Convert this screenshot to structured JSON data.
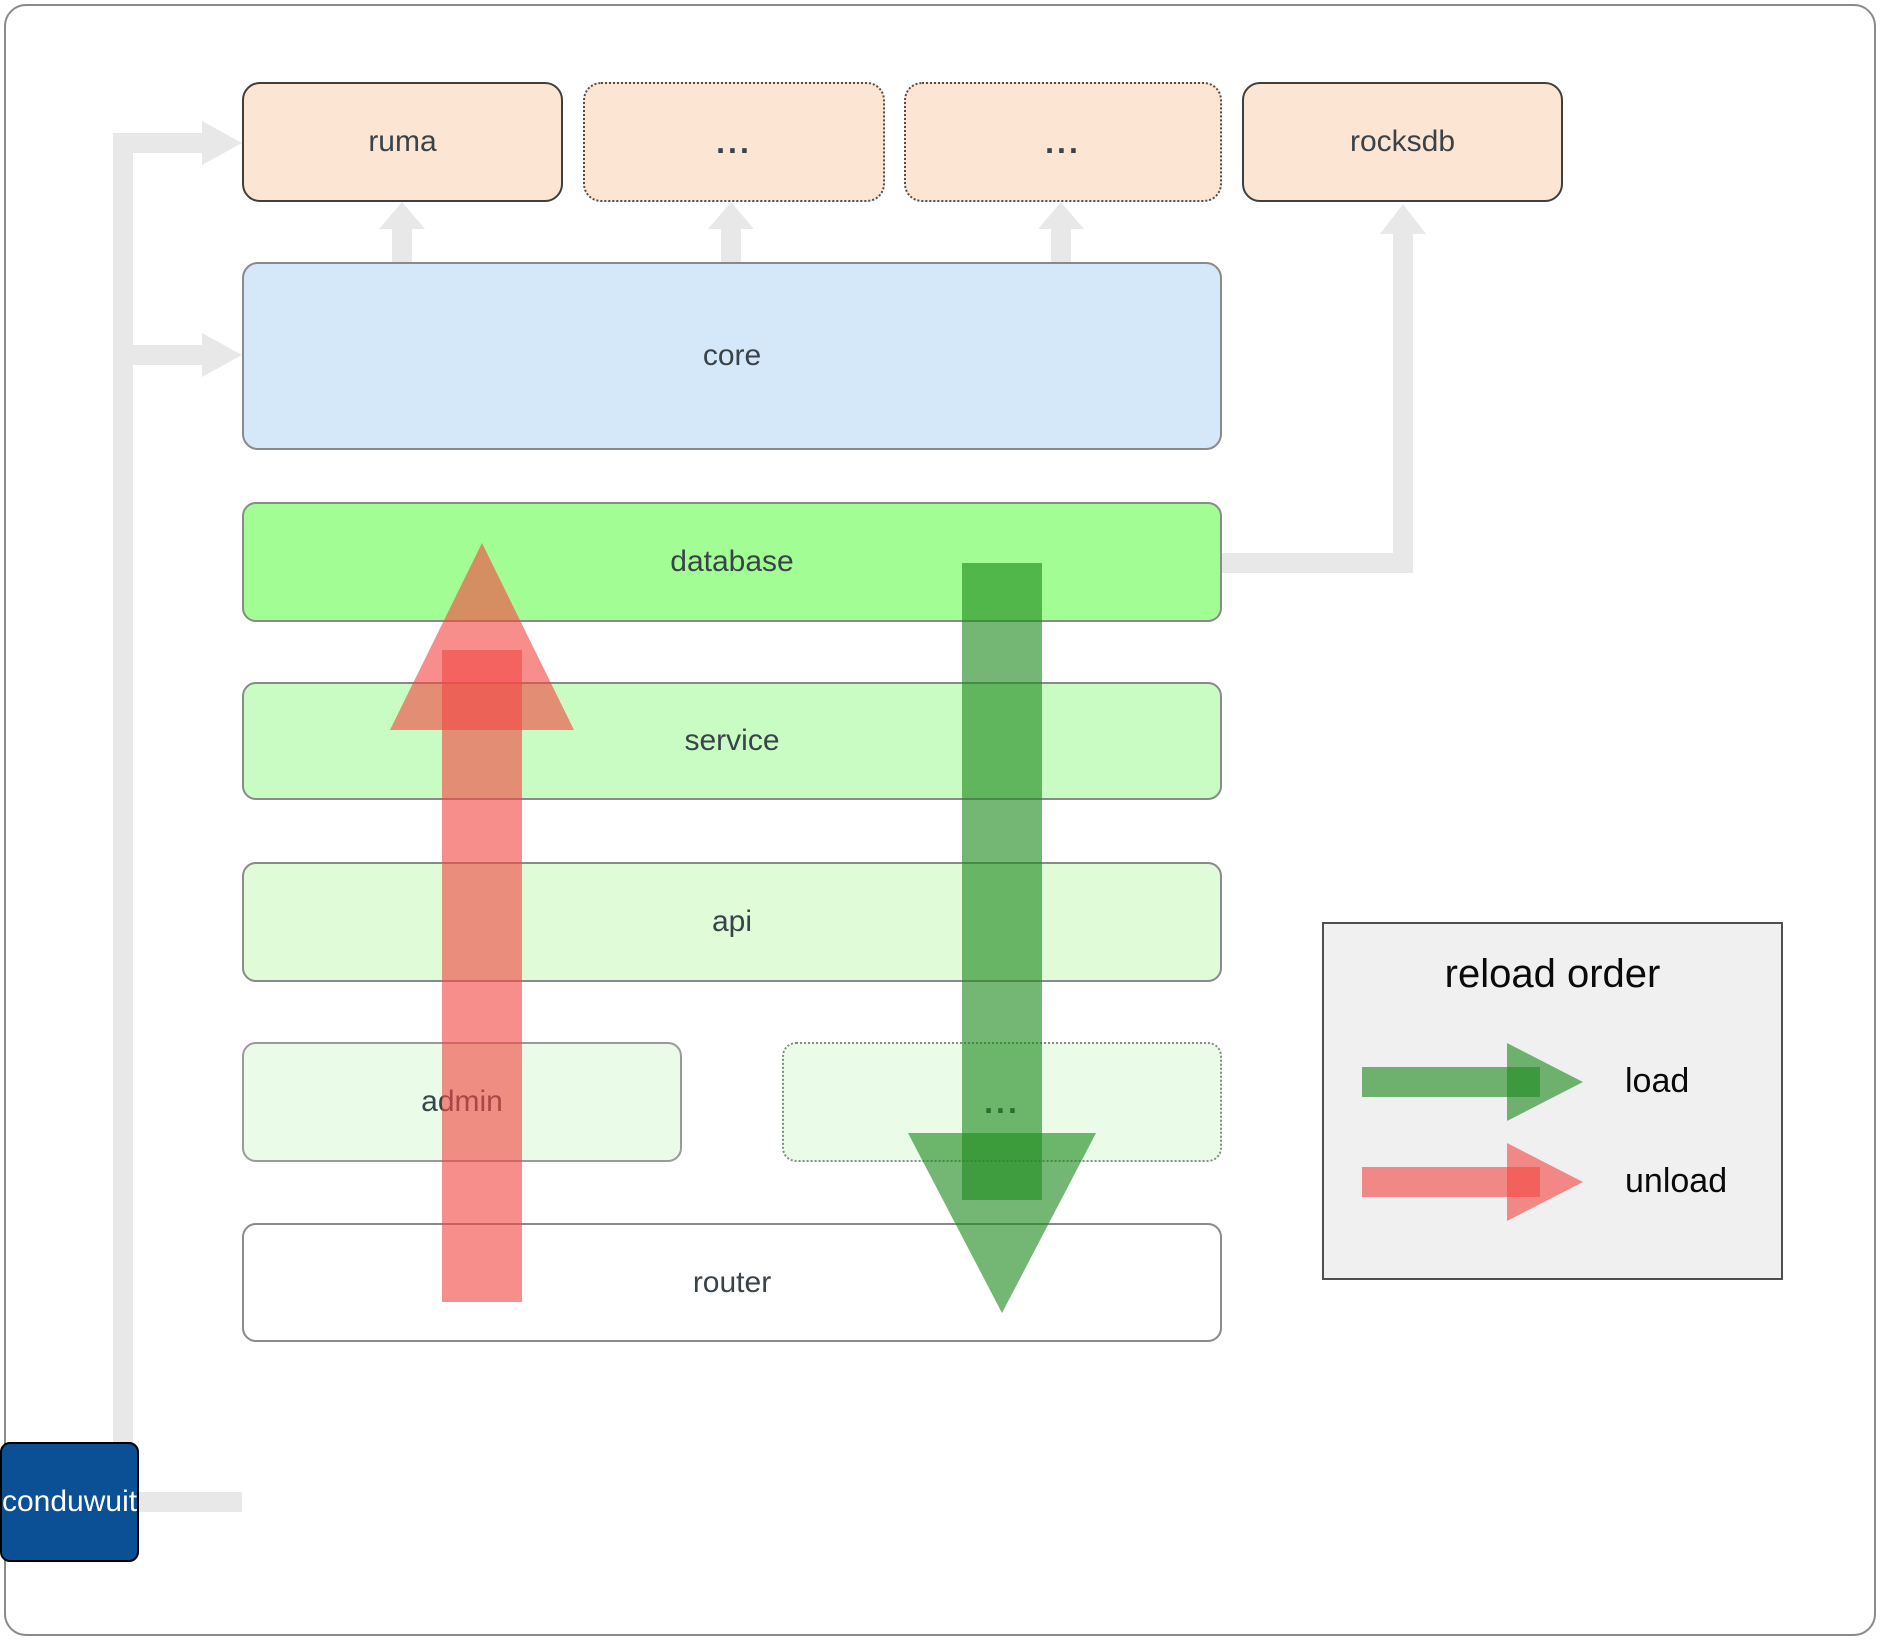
{
  "diagram": {
    "top_row": {
      "ruma": "ruma",
      "crates_more_1": "...",
      "crates_more_2": "...",
      "rocksdb": "rocksdb"
    },
    "layers": {
      "core": "core",
      "database": "database",
      "service": "service",
      "api": "api",
      "admin": "admin",
      "service_units_more": "...",
      "router": "router",
      "conduwuit": "conduwuit"
    }
  },
  "legend": {
    "title": "reload order",
    "load_label": "load",
    "unload_label": "unload"
  },
  "colors": {
    "peach": "#fce5d3",
    "core": "#d5e8fa",
    "database": "#a2fe94",
    "service": "#c9fcc2",
    "api": "#dffbd8",
    "pale": "#eafce7",
    "conduwuit": "#0b4f94",
    "legendbg": "#f0f0f0",
    "pipe": "#e8e8e8",
    "label": "#3a434a",
    "load": "rgba(31,138,31,0.62)",
    "unload": "rgba(242,72,68,0.62)"
  }
}
